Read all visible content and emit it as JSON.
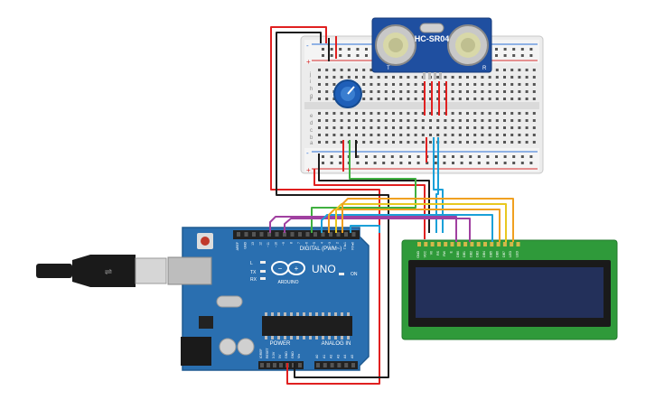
{
  "sensor": {
    "model": "HC-SR04",
    "left_mark": "T",
    "right_mark": "R"
  },
  "arduino": {
    "logo": "UNO",
    "brand": "ARDUINO",
    "digital_header": "DIGITAL (PWM~)",
    "power_header": "POWER",
    "analog_header": "ANALOG IN",
    "led_labels": [
      "L",
      "TX",
      "RX"
    ],
    "on_label": "ON",
    "top_pins": [
      "AREF",
      "GND",
      "13",
      "12",
      "~11",
      "~10",
      "~9",
      "8",
      "7",
      "~6",
      "~5",
      "4",
      "~3",
      "2",
      "TX▸1",
      "RX◂0"
    ],
    "power_pins": [
      "IOREF",
      "RESET",
      "3.3V",
      "5V",
      "GND",
      "GND",
      "Vin"
    ],
    "analog_pins": [
      "A0",
      "A1",
      "A2",
      "A3",
      "A4",
      "A5"
    ]
  },
  "lcd": {
    "pins": [
      "GND",
      "VCC",
      "V0",
      "RS",
      "RW",
      "E",
      "DB0",
      "DB1",
      "DB2",
      "DB3",
      "DB4",
      "DB5",
      "DB6",
      "DB7",
      "LED",
      "LED"
    ]
  },
  "breadboard": {
    "row_letters_top": [
      "j",
      "i",
      "h",
      "g",
      "f"
    ],
    "row_letters_bottom": [
      "e",
      "d",
      "c",
      "b",
      "a"
    ],
    "rail_signs": [
      "-",
      "+"
    ]
  },
  "colors": {
    "arduino_board": "#2a6fb0",
    "breadboard": "#e9e9e9",
    "lcd_pcb": "#2f9a3a",
    "lcd_screen": "#23305a",
    "sensor_pcb": "#1f4fa0",
    "wire_red": "#e02020",
    "wire_black": "#1c1c1c",
    "wire_blue": "#1aa0d8",
    "wire_orange": "#f0a020",
    "wire_yellow": "#e8c820",
    "wire_purple": "#a040a0",
    "wire_green": "#40b040"
  },
  "icons": {
    "usb_cable": "usb-plug-icon",
    "potentiometer": "potentiometer-knob-icon",
    "reset": "reset-button-icon"
  }
}
